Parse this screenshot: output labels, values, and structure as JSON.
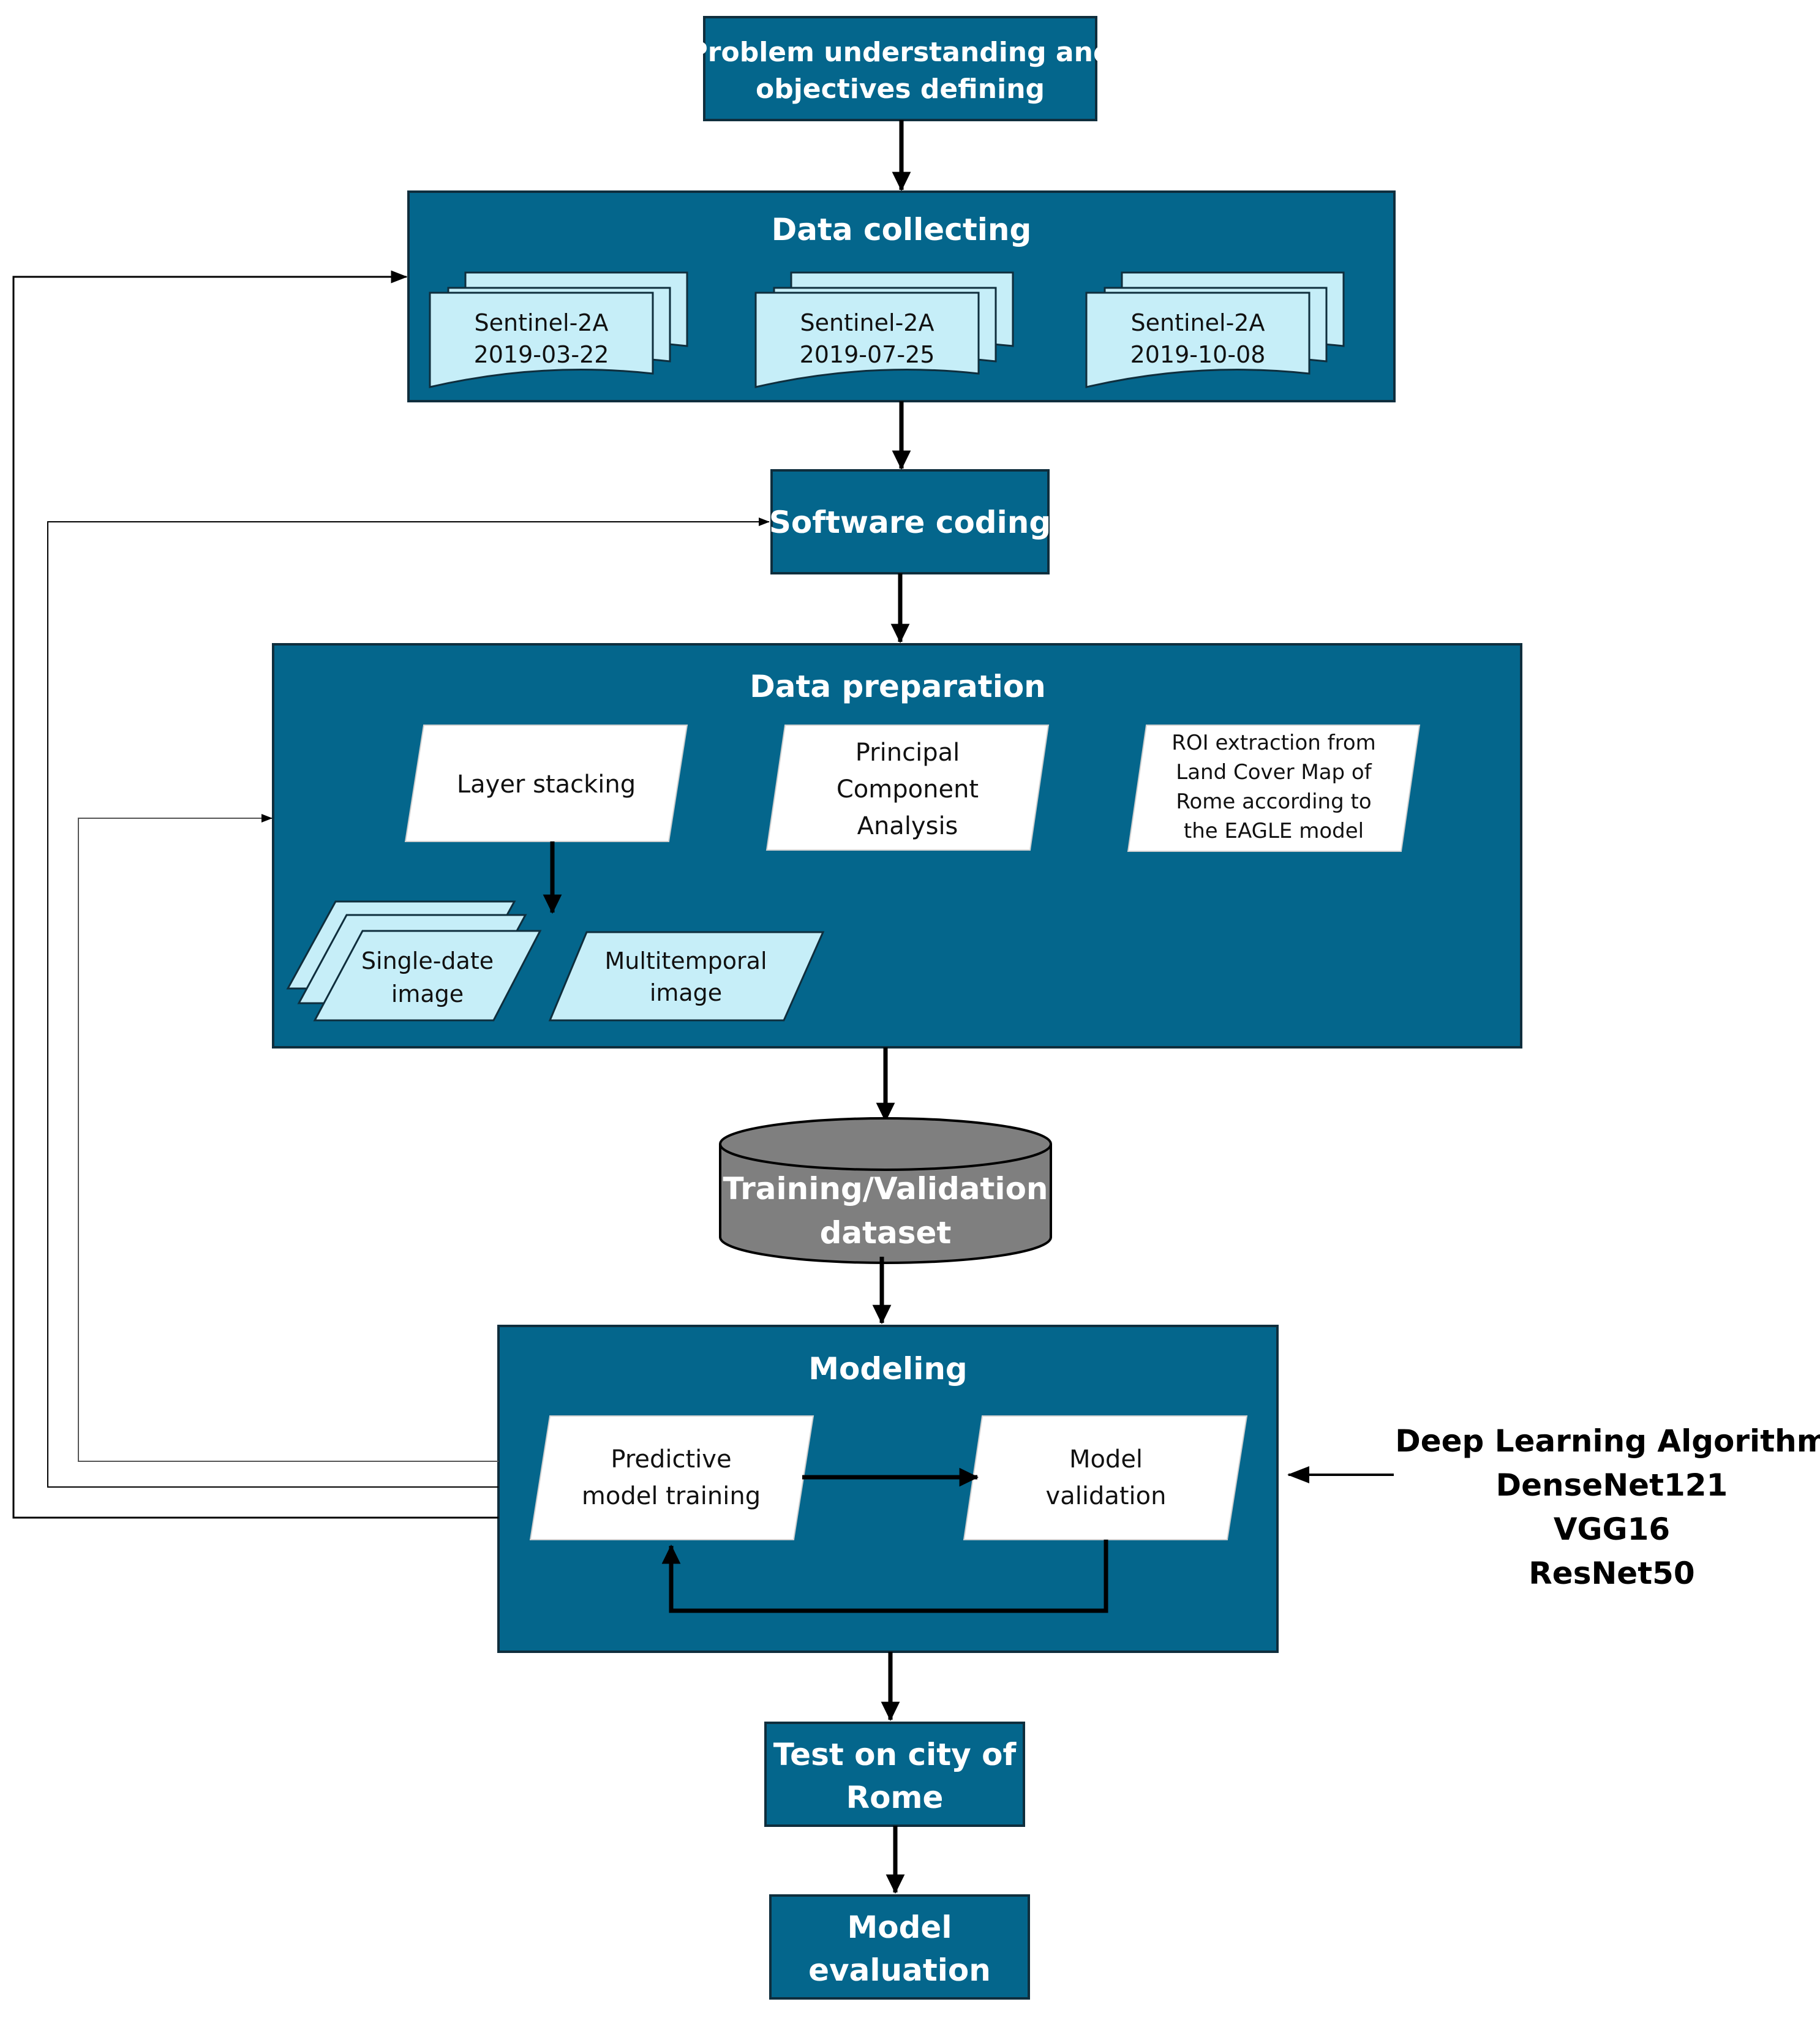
{
  "colors": {
    "box_fill": "#04668c",
    "box_stroke": "#0f2e3d",
    "doc_fill": "#c6eef8",
    "cylinder_fill": "#7f7f7f",
    "arrow": "#000000"
  },
  "problem": {
    "line1": "Problem understanding and",
    "line2": "objectives defining"
  },
  "data_collecting": {
    "title": "Data collecting",
    "docs": [
      {
        "line1": "Sentinel-2A",
        "line2": "2019-03-22"
      },
      {
        "line1": "Sentinel-2A",
        "line2": "2019-07-25"
      },
      {
        "line1": "Sentinel-2A",
        "line2": "2019-10-08"
      }
    ]
  },
  "software_coding": {
    "title": "Software coding"
  },
  "data_preparation": {
    "title": "Data preparation",
    "layer_stacking": "Layer stacking",
    "pca": {
      "line1": "Principal",
      "line2": "Component",
      "line3": "Analysis"
    },
    "roi": {
      "line1": "ROI extraction from",
      "line2": "Land Cover Map of",
      "line3": "Rome according to",
      "line4": "the EAGLE model"
    },
    "single_date": {
      "line1": "Single-date",
      "line2": "image"
    },
    "multitemporal": {
      "line1": "Multitemporal",
      "line2": "image"
    }
  },
  "dataset": {
    "line1": "Training/Validation",
    "line2": "dataset"
  },
  "modeling": {
    "title": "Modeling",
    "training": {
      "line1": "Predictive",
      "line2": "model training"
    },
    "validation": {
      "line1": "Model",
      "line2": "validation"
    }
  },
  "deep_learning": {
    "title": "Deep Learning Algorithm",
    "models": [
      "DenseNet121",
      "VGG16",
      "ResNet50"
    ]
  },
  "test": {
    "line1": "Test on city of",
    "line2": "Rome"
  },
  "evaluation": {
    "line1": "Model",
    "line2": "evaluation"
  }
}
